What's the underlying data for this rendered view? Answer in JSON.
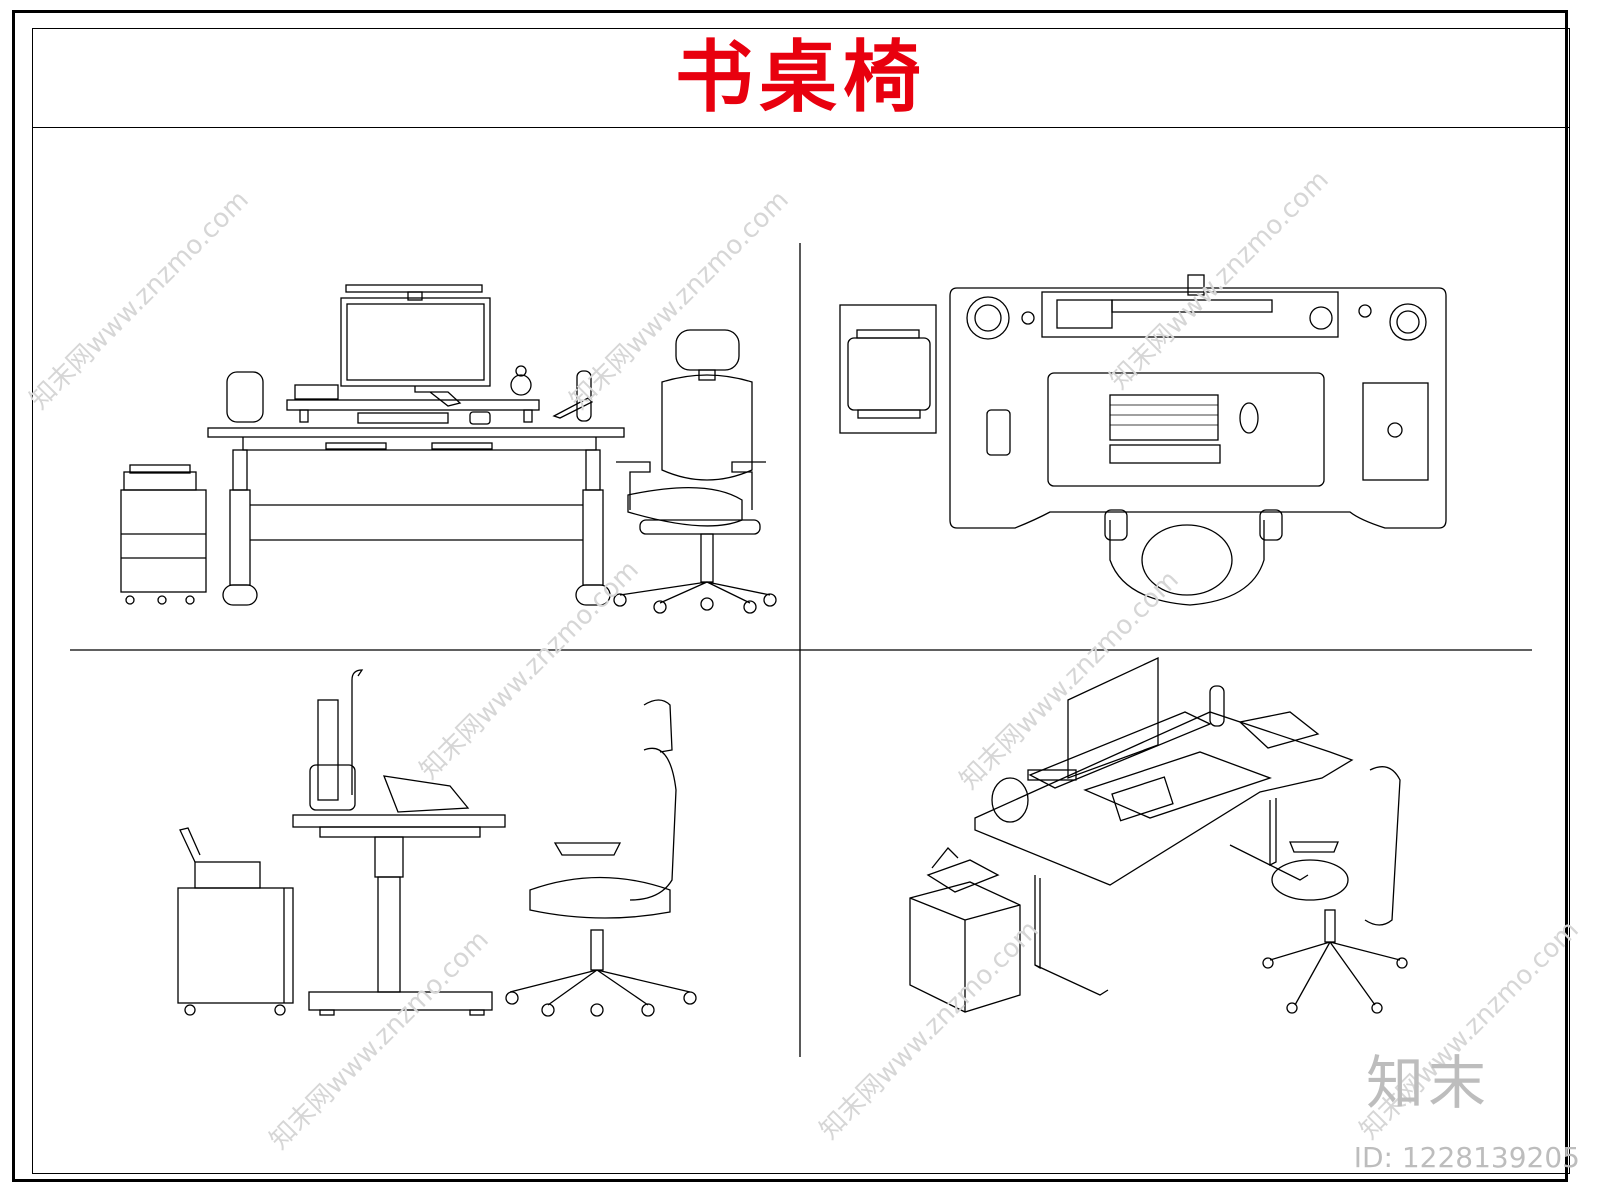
{
  "title": "书桌椅",
  "watermark": {
    "site": "知末网www.znzmo.com",
    "logo": "知末",
    "id_label": "ID: 1228139205"
  },
  "colors": {
    "title": "#e8000e",
    "line": "#000000",
    "watermark": "#bdbdbd"
  },
  "views": [
    {
      "name": "front-elevation"
    },
    {
      "name": "top-plan"
    },
    {
      "name": "side-elevation"
    },
    {
      "name": "isometric"
    }
  ]
}
